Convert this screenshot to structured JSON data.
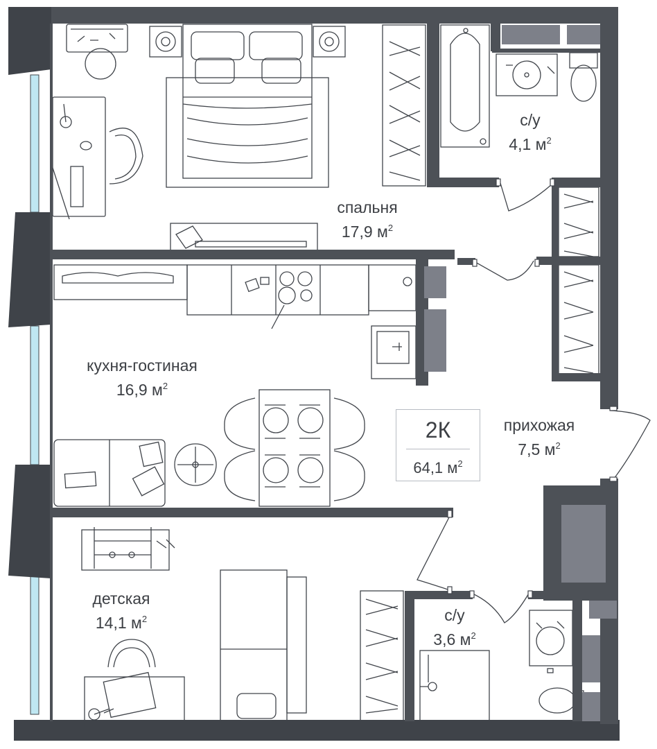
{
  "rooms": {
    "bedroom": {
      "name": "спальня",
      "area": "17,9 м",
      "sup": "2"
    },
    "bath_top": {
      "name": "с/у",
      "area": "4,1 м",
      "sup": "2"
    },
    "kitchen_living": {
      "name": "кухня-гостиная",
      "area": "16,9 м",
      "sup": "2"
    },
    "hallway": {
      "name": "прихожая",
      "area": "7,5 м",
      "sup": "2"
    },
    "kids": {
      "name": "детская",
      "area": "14,1 м",
      "sup": "2"
    },
    "bath_bottom": {
      "name": "с/у",
      "area": "3,6 м",
      "sup": "2"
    }
  },
  "summary": {
    "type": "2К",
    "area": "64,1 м",
    "sup": "2"
  },
  "colors": {
    "wall": "#4d5157",
    "wall_dark": "#3f4349",
    "fill_grey": "#7d8089",
    "line": "#40444a",
    "window": "#bfe7f2",
    "text": "#3c3f44"
  }
}
